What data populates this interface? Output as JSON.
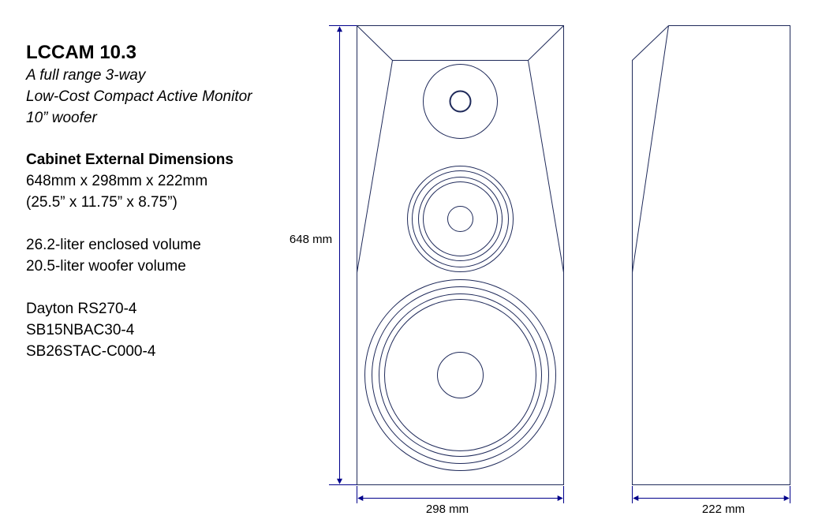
{
  "spec": {
    "title": "LCCAM 10.3",
    "subtitle_lines": [
      "A full range 3-way",
      "Low-Cost Compact Active Monitor",
      "10” woofer"
    ],
    "dimensions_heading": "Cabinet External Dimensions",
    "dimensions_metric": "648mm x 298mm x 222mm",
    "dimensions_imperial": "(25.5” x 11.75” x 8.75”)",
    "volumes": [
      "26.2-liter enclosed volume",
      "20.5-liter woofer volume"
    ],
    "drivers": [
      "Dayton RS270-4",
      "SB15NBAC30-4",
      "SB26STAC-C000-4"
    ]
  },
  "drawing": {
    "height_label": "648 mm",
    "width_label": "298 mm",
    "depth_label": "222 mm",
    "dimension_line_color": "#00008B",
    "outline_color": "#1F2A5A"
  }
}
